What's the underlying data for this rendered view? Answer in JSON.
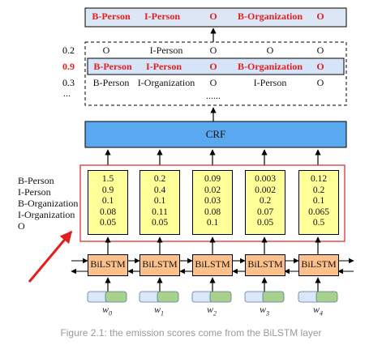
{
  "top_cropped_text": "⁻ ⁻ ⁻ ⁻",
  "best_path": [
    "B-Person",
    "I-Person",
    "O",
    "B-Organization",
    "O"
  ],
  "candidate_paths": [
    {
      "score": "0.2",
      "tags": [
        "O",
        "I-Person",
        "O",
        "O",
        "O"
      ],
      "highlight": false
    },
    {
      "score": "0.9",
      "tags": [
        "B-Person",
        "I-Person",
        "O",
        "B-Organization",
        "O"
      ],
      "highlight": true
    },
    {
      "score": "0.3",
      "tags": [
        "B-Person",
        "I-Organization",
        "O",
        "I-Person",
        "O"
      ],
      "highlight": false
    }
  ],
  "more_rows": "...",
  "more_paths": "......",
  "crf_label": "CRF",
  "label_names": [
    "B-Person",
    "I-Person",
    "B-Organization",
    "I-Organization",
    "O"
  ],
  "emission_scores": [
    [
      "1.5",
      "0.9",
      "0.1",
      "0.08",
      "0.05"
    ],
    [
      "0.2",
      "0.4",
      "0.1",
      "0.11",
      "0.05"
    ],
    [
      "0.09",
      "0.02",
      "0.03",
      "0.08",
      "0.1"
    ],
    [
      "0.003",
      "0.002",
      "0.2",
      "0.07",
      "0.05"
    ],
    [
      "0.12",
      "0.2",
      "0.1",
      "0.065",
      "0.5"
    ]
  ],
  "bilstm_label": "BiLSTM",
  "words": [
    {
      "base": "w",
      "sub": "0"
    },
    {
      "base": "w",
      "sub": "1"
    },
    {
      "base": "w",
      "sub": "2"
    },
    {
      "base": "w",
      "sub": "3"
    },
    {
      "base": "w",
      "sub": "4"
    }
  ],
  "caption": "Figure 2.1: the emission scores come from the BiLSTM layer",
  "colors": {
    "crf_fill": "#5aa8f0",
    "top_box_fill": "#dce6f4",
    "highlight_fill": "#d6e4f7",
    "score_fill": "#ffff99",
    "bilstm_fill": "#fcc18a",
    "emb_left": "#d9e7f7",
    "emb_right": "#a9d18e",
    "accent_red": "#e02020"
  }
}
